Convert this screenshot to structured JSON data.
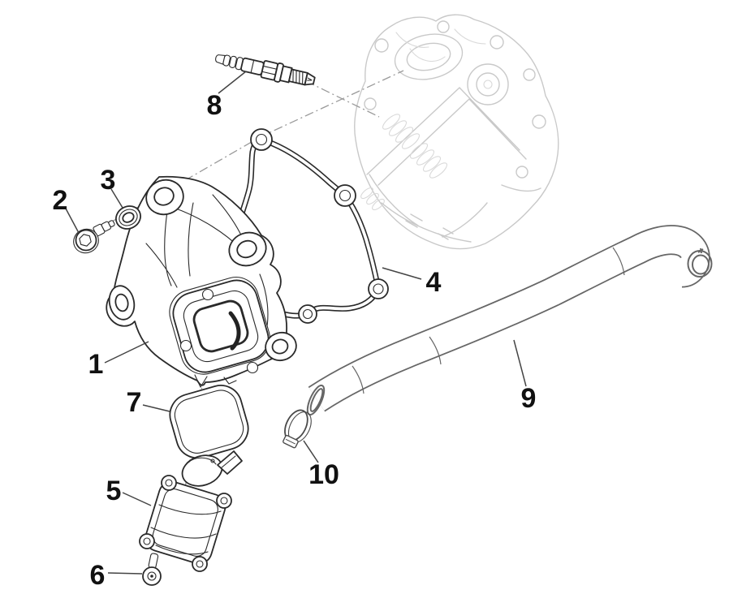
{
  "diagram": {
    "colors": {
      "background": "#ffffff",
      "line": "#2a2a2a",
      "faded": "#c9c9c9",
      "hose": "#666666",
      "label": "#111111"
    },
    "callouts": [
      {
        "number": "1"
      },
      {
        "number": "2"
      },
      {
        "number": "3"
      },
      {
        "number": "4"
      },
      {
        "number": "5"
      },
      {
        "number": "6"
      },
      {
        "number": "7"
      },
      {
        "number": "8"
      },
      {
        "number": "9"
      },
      {
        "number": "10"
      }
    ]
  }
}
